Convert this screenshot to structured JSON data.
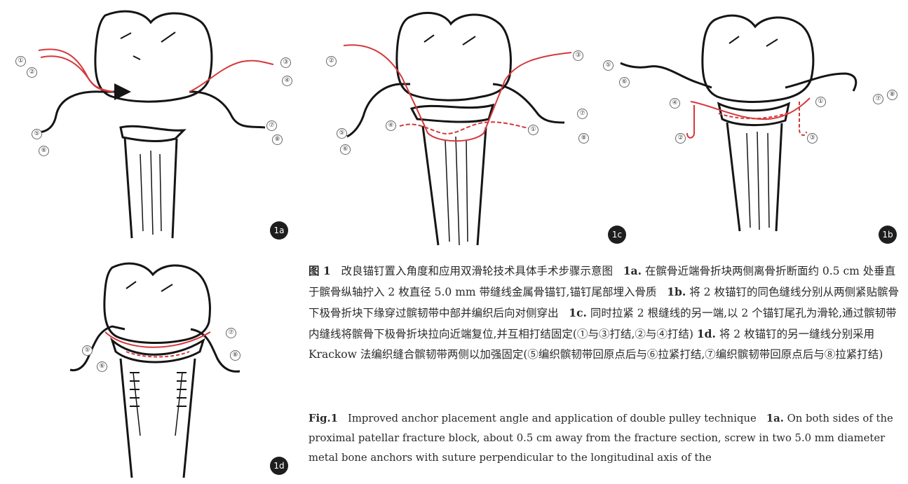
{
  "panels": {
    "a": {
      "label": "1a",
      "numbers": [
        "①",
        "②",
        "③",
        "④",
        "⑤",
        "⑥",
        "⑦",
        "⑧"
      ]
    },
    "b": {
      "label": "1b",
      "numbers": [
        "②",
        "③",
        "④",
        "①",
        "⑤",
        "⑥",
        "⑦",
        "⑧"
      ]
    },
    "c": {
      "label": "1c",
      "numbers": [
        "⑤",
        "⑥",
        "⑦",
        "⑧",
        "④",
        "①",
        "②",
        "③"
      ]
    },
    "d": {
      "label": "1d",
      "numbers": [
        "⑤",
        "⑥",
        "⑦",
        "⑧"
      ]
    }
  },
  "colors": {
    "suture_red": "#d6373a",
    "ink": "#151515"
  },
  "caption_zh": {
    "fig": "图 1",
    "title": "改良锚钉置入角度和应用双滑轮技术具体手术步骤示意图",
    "a_tag": "1a.",
    "a_text": "在髌骨近端骨折块两侧离骨折断面约 0.5 cm 处垂直于髌骨纵轴拧入 2 枚直径 5.0 mm 带缝线金属骨锚钉,锚钉尾部埋入骨质",
    "b_tag": "1b.",
    "b_text": "将 2 枚锚钉的同色缝线分别从两侧紧贴髌骨下极骨折块下缘穿过髌韧带中部并编织后向对侧穿出",
    "c_tag": "1c.",
    "c_text": "同时拉紧 2 根缝线的另一端,以 2 个锚钉尾孔为滑轮,通过髌韧带内缝线将髌骨下极骨折块拉向近端复位,并互相打结固定(①与③打结,②与④打结)",
    "d_tag": "1d.",
    "d_text": "将 2 枚锚钉的另一缝线分别采用 Krackow 法编织缝合髌韧带两侧以加强固定(⑤编织髌韧带回原点后与⑥拉紧打结,⑦编织髌韧带回原点后与⑧拉紧打结)"
  },
  "caption_en": {
    "fig": "Fig.1",
    "title": "Improved anchor placement angle and application of double pulley technique",
    "a_tag": "1a.",
    "a_text": "On both sides of the proximal patellar fracture block, about 0.5 cm away from the fracture section, screw in two 5.0 mm diameter metal bone anchors with suture perpendicular to the longitudinal axis of the"
  }
}
